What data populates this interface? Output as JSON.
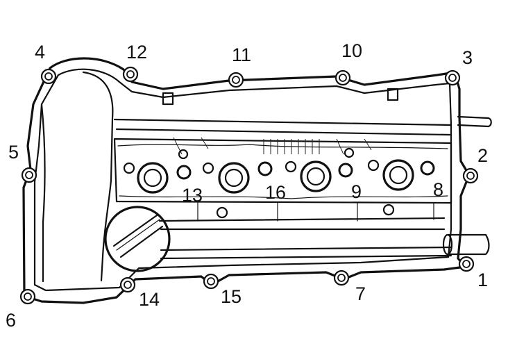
{
  "bolt_labels": [
    "1",
    "2",
    "3",
    "4",
    "5",
    "6",
    "7",
    "8",
    "9",
    "10",
    "11",
    "12",
    "13",
    "14",
    "15",
    "16"
  ]
}
